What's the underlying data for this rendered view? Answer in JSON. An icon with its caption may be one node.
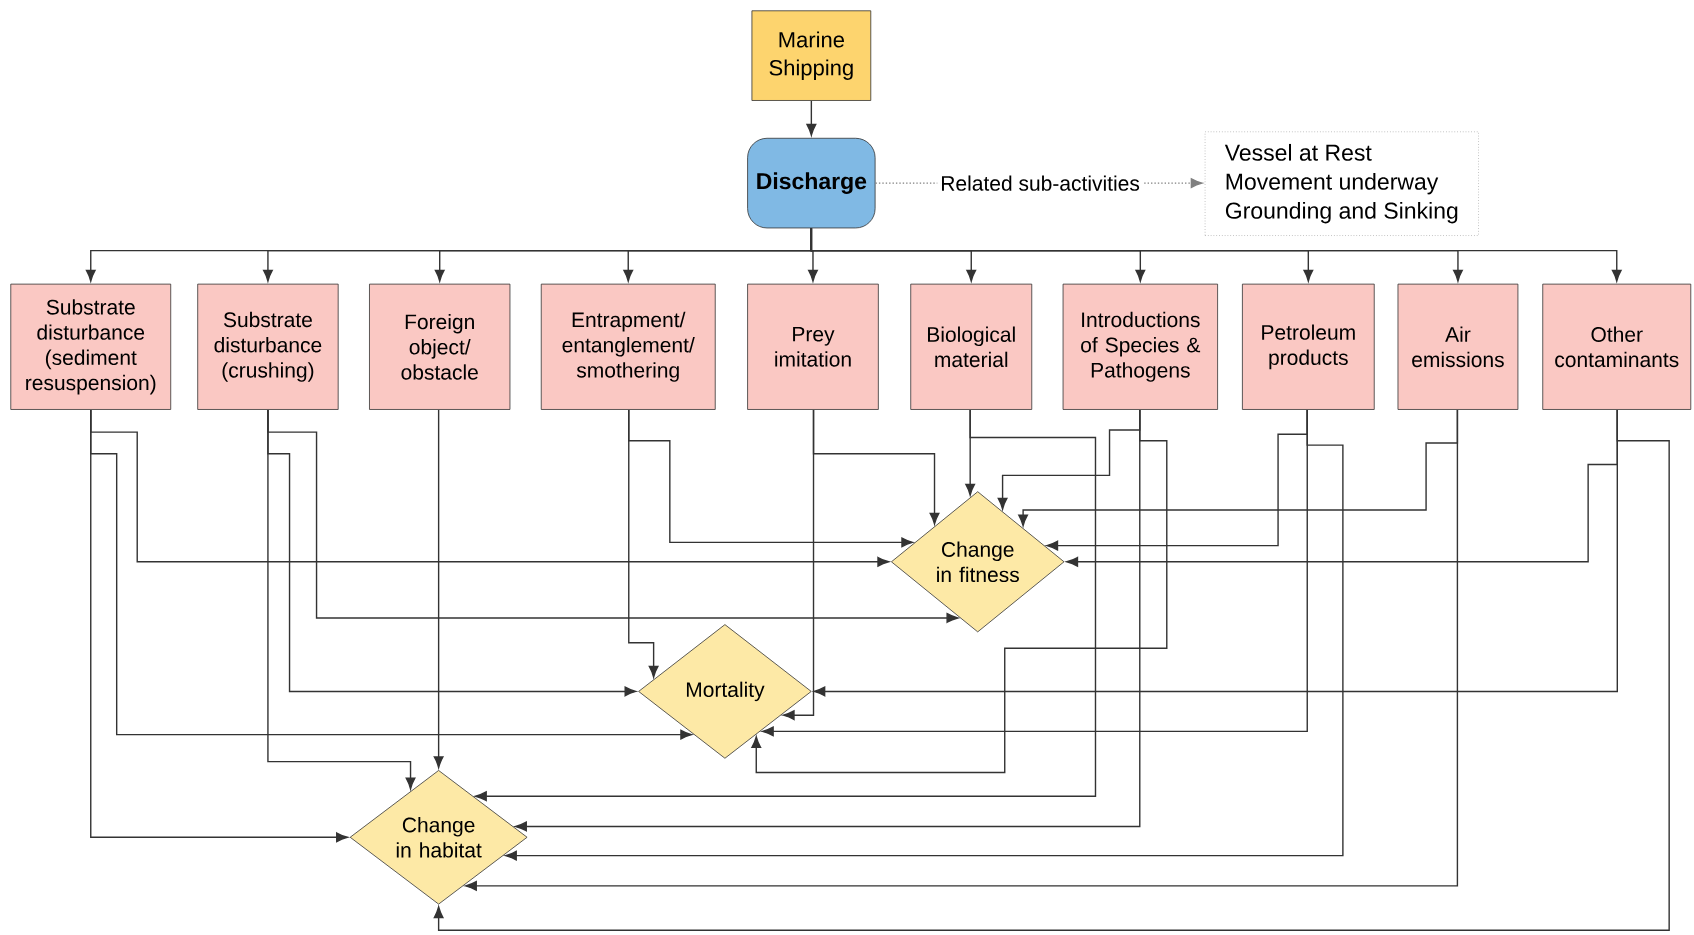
{
  "diagram": {
    "nodes": [
      {
        "text": [
          "Marine Shipping"
        ]
      },
      {
        "text": [
          "Discharge"
        ]
      },
      {
        "text": [
          "Vessel at Rest",
          "Movement underway",
          "Grounding and Sinking"
        ]
      },
      {
        "text": [
          "Substrate disturbance (sediment resuspension)"
        ]
      },
      {
        "text": [
          "Substrate disturbance (crushing)"
        ]
      },
      {
        "text": [
          "Foreign object/ obstacle"
        ]
      },
      {
        "text": [
          "Entrapment/ entanglement/ smothering"
        ]
      },
      {
        "text": [
          "Prey imitation"
        ]
      },
      {
        "text": [
          "Biological material"
        ]
      },
      {
        "text": [
          "Introductions of Species & Pathogens"
        ]
      },
      {
        "text": [
          "Petroleum products"
        ]
      },
      {
        "text": [
          "Air emissions"
        ]
      },
      {
        "text": [
          "Other contaminants"
        ]
      },
      {
        "text": [
          "Change in fitness"
        ]
      },
      {
        "text": [
          "Mortality"
        ]
      },
      {
        "text": [
          "Change in habitat"
        ]
      }
    ],
    "edges": [
      {
        "from": 0,
        "to": 1,
        "arrow": "to"
      },
      {
        "from": 1,
        "to": 2,
        "arrow": "to",
        "label": "Related sub-activities",
        "style": "dashed"
      },
      {
        "from": 1,
        "to": 3,
        "arrow": "to"
      },
      {
        "from": 1,
        "to": 4,
        "arrow": "to"
      },
      {
        "from": 1,
        "to": 5,
        "arrow": "to"
      },
      {
        "from": 1,
        "to": 6,
        "arrow": "to"
      },
      {
        "from": 1,
        "to": 7,
        "arrow": "to"
      },
      {
        "from": 1,
        "to": 8,
        "arrow": "to"
      },
      {
        "from": 1,
        "to": 9,
        "arrow": "to"
      },
      {
        "from": 1,
        "to": 10,
        "arrow": "to"
      },
      {
        "from": 1,
        "to": 11,
        "arrow": "to"
      },
      {
        "from": 1,
        "to": 12,
        "arrow": "to"
      },
      {
        "from": 3,
        "to": 13,
        "arrow": "to"
      },
      {
        "from": 3,
        "to": 14,
        "arrow": "to"
      },
      {
        "from": 3,
        "to": 15,
        "arrow": "to"
      },
      {
        "from": 4,
        "to": 13,
        "arrow": "to"
      },
      {
        "from": 4,
        "to": 14,
        "arrow": "to"
      },
      {
        "from": 4,
        "to": 15,
        "arrow": "to"
      },
      {
        "from": 5,
        "to": 15,
        "arrow": "to"
      },
      {
        "from": 6,
        "to": 13,
        "arrow": "to"
      },
      {
        "from": 6,
        "to": 14,
        "arrow": "to"
      },
      {
        "from": 7,
        "to": 13,
        "arrow": "to"
      },
      {
        "from": 7,
        "to": 14,
        "arrow": "to"
      },
      {
        "from": 8,
        "to": 13,
        "arrow": "to"
      },
      {
        "from": 8,
        "to": 15,
        "arrow": "to"
      },
      {
        "from": 9,
        "to": 13,
        "arrow": "to"
      },
      {
        "from": 9,
        "to": 14,
        "arrow": "to"
      },
      {
        "from": 9,
        "to": 15,
        "arrow": "to"
      },
      {
        "from": 10,
        "to": 13,
        "arrow": "to"
      },
      {
        "from": 10,
        "to": 14,
        "arrow": "to"
      },
      {
        "from": 10,
        "to": 15,
        "arrow": "to"
      },
      {
        "from": 11,
        "to": 13,
        "arrow": "to"
      },
      {
        "from": 11,
        "to": 15,
        "arrow": "to"
      },
      {
        "from": 12,
        "to": 13,
        "arrow": "to"
      },
      {
        "from": 12,
        "to": 14,
        "arrow": "to"
      },
      {
        "from": 12,
        "to": 15,
        "arrow": "to"
      }
    ]
  }
}
